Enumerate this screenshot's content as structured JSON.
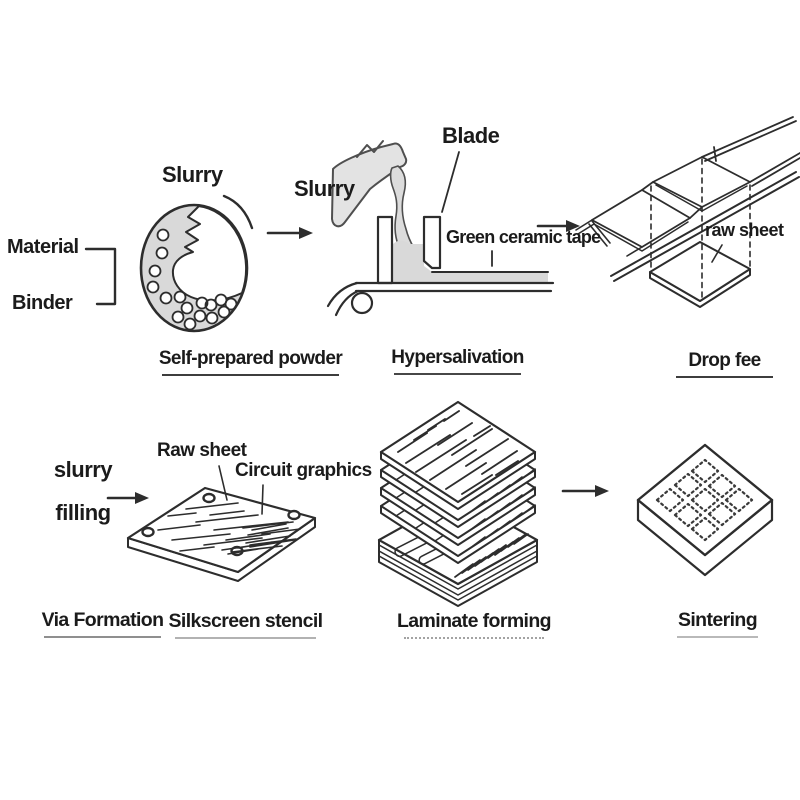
{
  "colors": {
    "ink": "#2d2d2d",
    "fill_gray": "#d9d9d9",
    "text": "#1b1b1b",
    "background": "#ffffff"
  },
  "icons": {
    "flow_arrow": "right-arrow"
  },
  "stages": {
    "powder": {
      "input_top": "Material",
      "input_bottom": "Binder",
      "mill_label": "Slurry",
      "caption": "Self-prepared powder"
    },
    "casting": {
      "pour_label": "Slurry",
      "blade_label": "Blade",
      "tape_label": "Green ceramic tape",
      "caption": "Hypersalivation"
    },
    "blanking": {
      "sheet_label": "raw sheet",
      "caption": "Drop fee"
    },
    "via_fill": {
      "label_line1": "slurry",
      "label_line2": "filling",
      "caption": "Via Formation"
    },
    "screen_print": {
      "sheet_label": "Raw sheet",
      "circuit_label": "Circuit graphics",
      "caption": "Silkscreen stencil"
    },
    "laminate": {
      "caption": "Laminate forming"
    },
    "sinter": {
      "caption": "Sintering"
    }
  }
}
